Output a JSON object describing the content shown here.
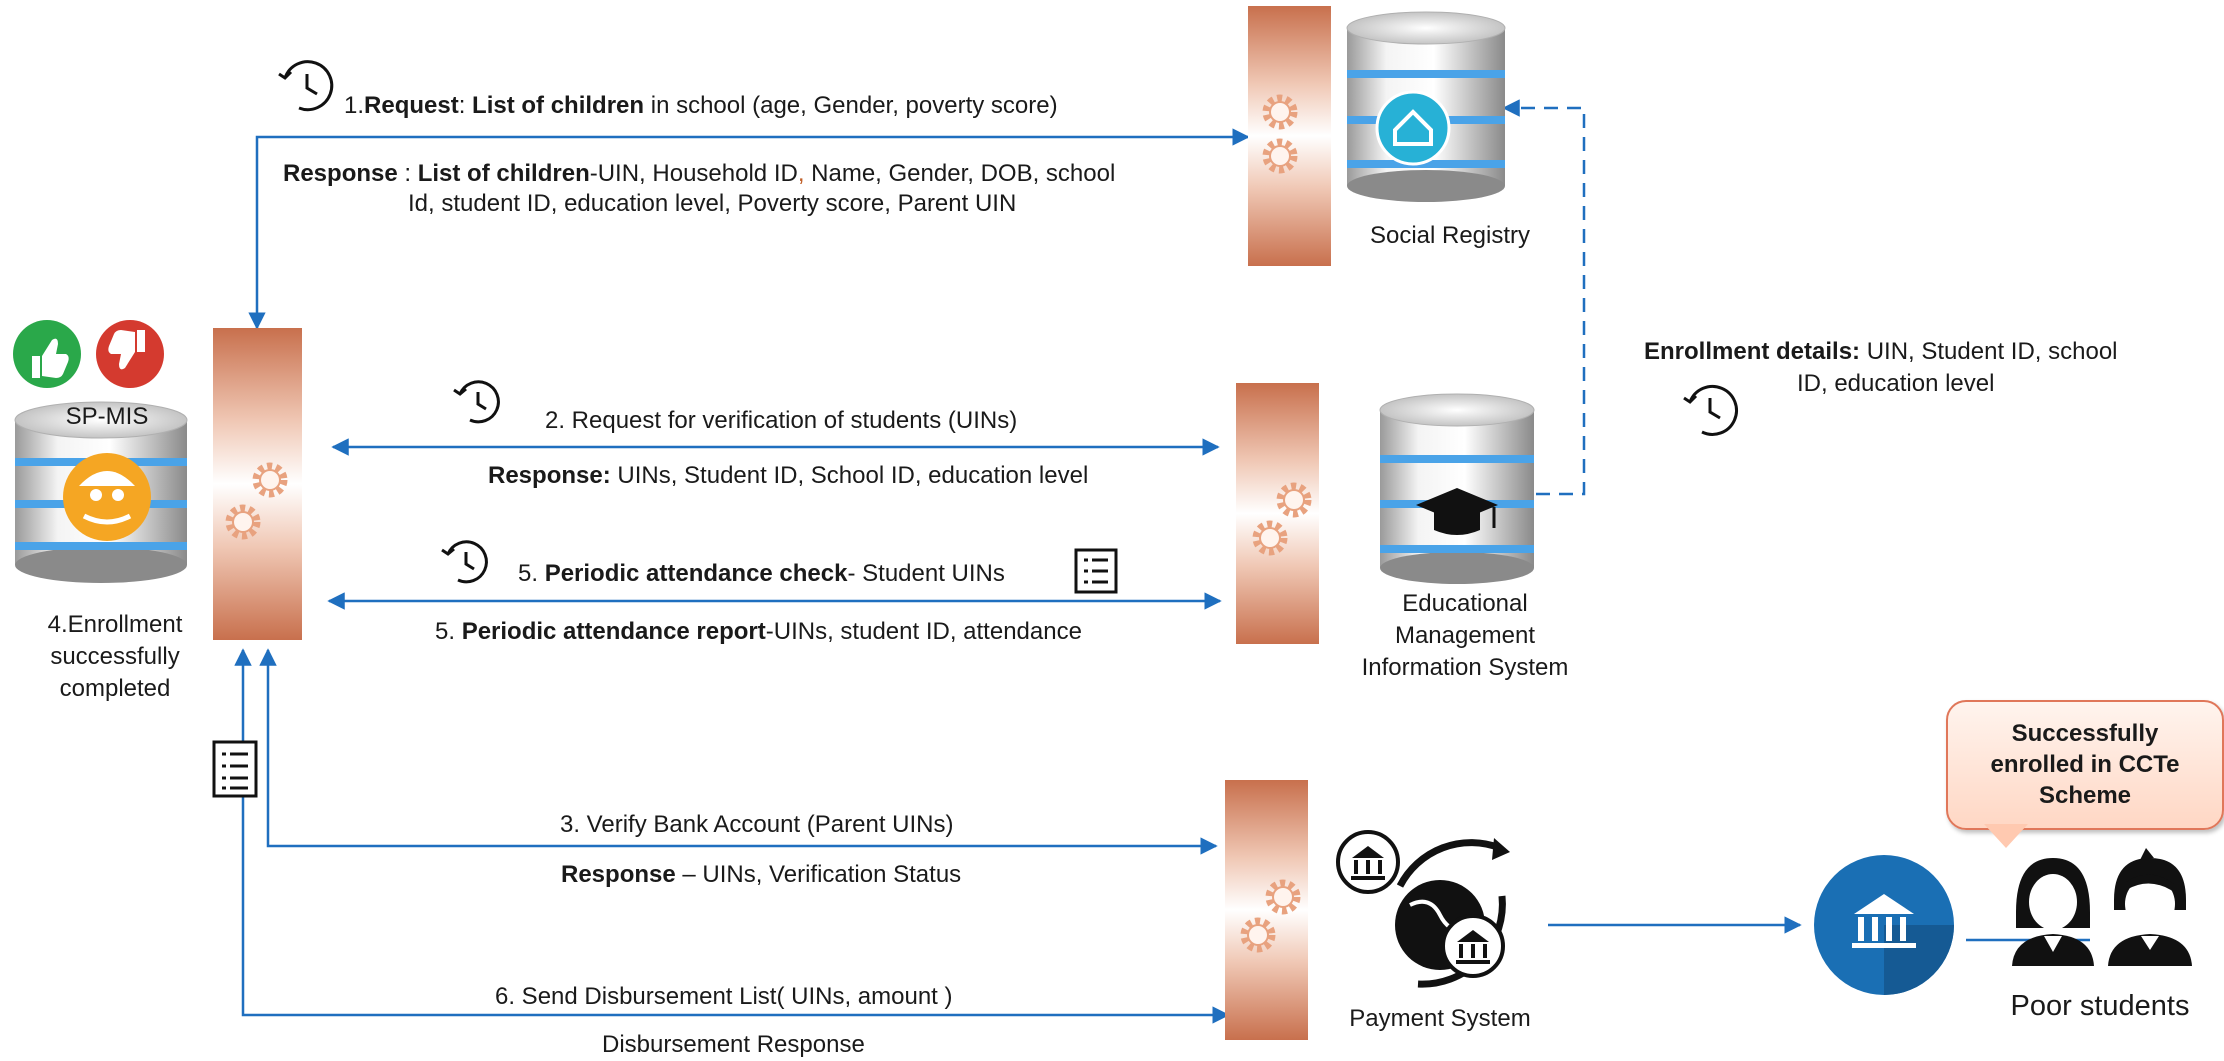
{
  "colors": {
    "arrow": "#1f6fbf",
    "dashed": "#1f6fbf",
    "gateway_dark": "#c8704d",
    "db_stripe": "#4aa3e8",
    "thumbs_up": "#2aa84a",
    "thumbs_down": "#d43a2f",
    "callout_border": "#e0775a"
  },
  "icons": [
    "thumbs-up-icon",
    "thumbs-down-icon",
    "family-umbrella-icon",
    "social-house-icon",
    "graduation-cap-icon",
    "clock-icon",
    "document-list-icon",
    "gear-icon",
    "bank-icon",
    "globe-icon",
    "student-girl-icon",
    "student-boy-icon"
  ],
  "nodes": {
    "spmis": {
      "label": "SP-MIS",
      "status": "4.Enrollment\nsuccessfully\ncompleted"
    },
    "social_registry": {
      "label": "Social Registry"
    },
    "emis": {
      "label": "Educational\nManagement\nInformation System"
    },
    "payment": {
      "label": "Payment System"
    },
    "students": {
      "label": "Poor students",
      "callout": "Successfully\nenrolled in CCTe\nScheme"
    }
  },
  "flows": {
    "f1_request": {
      "num": "1.",
      "b1": "Request",
      "t1": ": ",
      "b2": "List of children",
      "t2": " in school (age, Gender, poverty score)"
    },
    "f1_response": {
      "b1": "Response",
      "t1": " : ",
      "b2": "List of children",
      "t2": "-UIN, Household ID",
      "comma": ",",
      "t3": " Name, Gender, DOB, school",
      "line2": "Id, student ID, education level, Poverty score, Parent UIN"
    },
    "f2_request": {
      "text": "2. Request for verification of students (UINs)"
    },
    "f2_response": {
      "b1": "Response:",
      "t1": " UINs, Student ID, School ID, education level"
    },
    "f5_check": {
      "num": "5. ",
      "b1": "Periodic attendance check",
      "t1": "- Student UINs"
    },
    "f5_report": {
      "num": "5. ",
      "b1": "Periodic attendance report",
      "t1": "-UINs, student ID, attendance"
    },
    "f3_request": {
      "text": "3. Verify Bank Account (Parent UINs)"
    },
    "f3_response": {
      "b1": "Response",
      "t1": " – UINs, Verification Status"
    },
    "f6_request": {
      "text": "6. Send Disbursement List( UINs, amount )"
    },
    "f6_response": {
      "text": "Disbursement Response"
    },
    "enrollment": {
      "b1": "Enrollment details:",
      "t1": " UIN, Student ID, school",
      "line2": "ID, education level"
    }
  }
}
